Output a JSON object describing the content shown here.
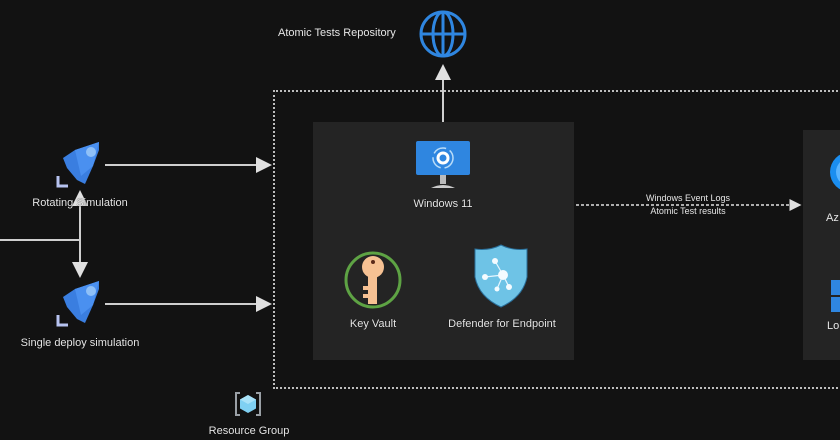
{
  "title": "Atomic test simulation architecture",
  "nodes": {
    "atomic_repo": {
      "label": "Atomic Tests Repository",
      "icon": "globe-icon"
    },
    "rotating": {
      "label": "Rotating Simulation",
      "icon": "rocket-icon"
    },
    "single": {
      "label": "Single deploy simulation",
      "icon": "rocket-icon"
    },
    "windows": {
      "label": "Windows 11",
      "icon": "vm-monitor-icon"
    },
    "keyvault": {
      "label": "Key Vault",
      "icon": "key-icon"
    },
    "defender": {
      "label": "Defender for Endpoint",
      "icon": "shield-icon"
    },
    "resource_group": {
      "label": "Resource Group",
      "icon": "resource-group-icon"
    },
    "right_top": {
      "label": "Az",
      "icon": "azure-monitor-icon"
    },
    "right_bottom": {
      "label": "Lo",
      "icon": "log-analytics-icon"
    }
  },
  "edges": {
    "logs_flow": {
      "line1": "Windows Event Logs",
      "line2": "Atomic Test results"
    }
  },
  "colors": {
    "background": "#121212",
    "panel": "#242424",
    "line": "#d0d0d0",
    "azure_blue": "#2f86e0",
    "key": "#f6c193",
    "key_ring": "#5ea344",
    "shield": "#6ec3e6"
  }
}
